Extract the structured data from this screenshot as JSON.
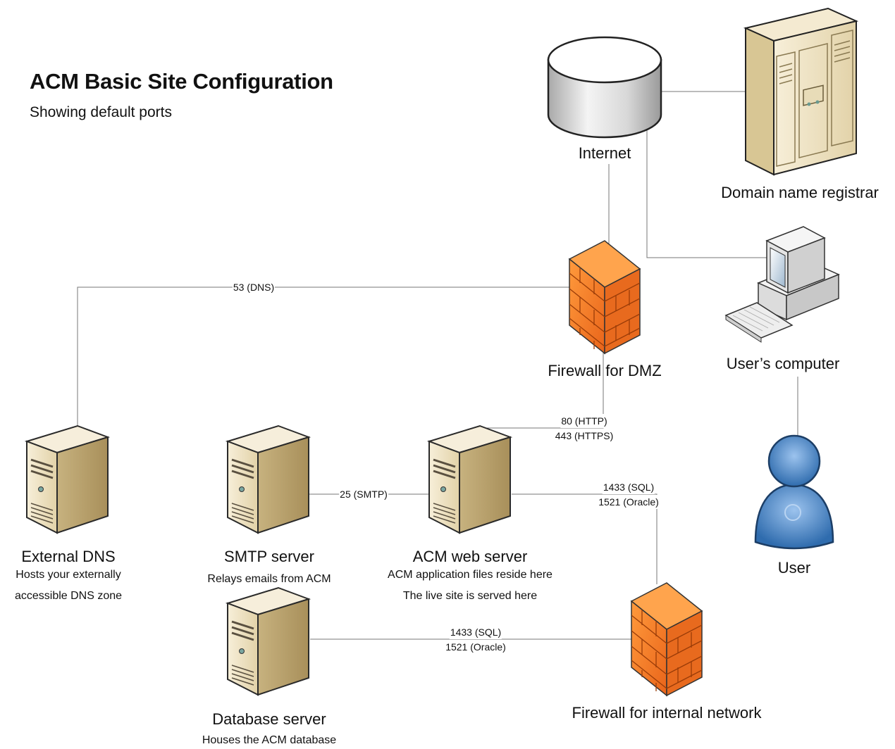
{
  "header": {
    "title": "ACM Basic Site Configuration",
    "subtitle": "Showing default ports"
  },
  "nodes": {
    "internet": {
      "label": "Internet"
    },
    "registrar": {
      "label": "Domain name registrar"
    },
    "firewall_dmz": {
      "label": "Firewall for DMZ"
    },
    "users_computer": {
      "label": "User’s computer"
    },
    "user": {
      "label": "User"
    },
    "external_dns": {
      "label": "External DNS",
      "desc_line1": "Hosts your externally",
      "desc_line2": "accessible DNS zone"
    },
    "smtp_server": {
      "label": "SMTP server",
      "desc_line1": "Relays emails from ACM"
    },
    "web_server": {
      "label": "ACM web server",
      "desc_line1": "ACM application files reside here",
      "desc_line2": "The live site is served here"
    },
    "database_server": {
      "label": "Database server",
      "desc_line1": "Houses the ACM database"
    },
    "firewall_internal": {
      "label": "Firewall for internal network"
    }
  },
  "connections": {
    "dns": {
      "port1": "53 (DNS)"
    },
    "http": {
      "port1": "80 (HTTP)",
      "port2": "443 (HTTPS)"
    },
    "smtp": {
      "port1": "25 (SMTP)"
    },
    "sql_web": {
      "port1": "1433 (SQL)",
      "port2": "1521 (Oracle)"
    },
    "sql_db": {
      "port1": "1433 (SQL)",
      "port2": "1521 (Oracle)"
    }
  },
  "colors": {
    "server_front": "#efe3c2",
    "server_side": "#cdb98c",
    "firewall": "#f07a22",
    "user_blue": "#4a86c6",
    "line": "#777777"
  }
}
